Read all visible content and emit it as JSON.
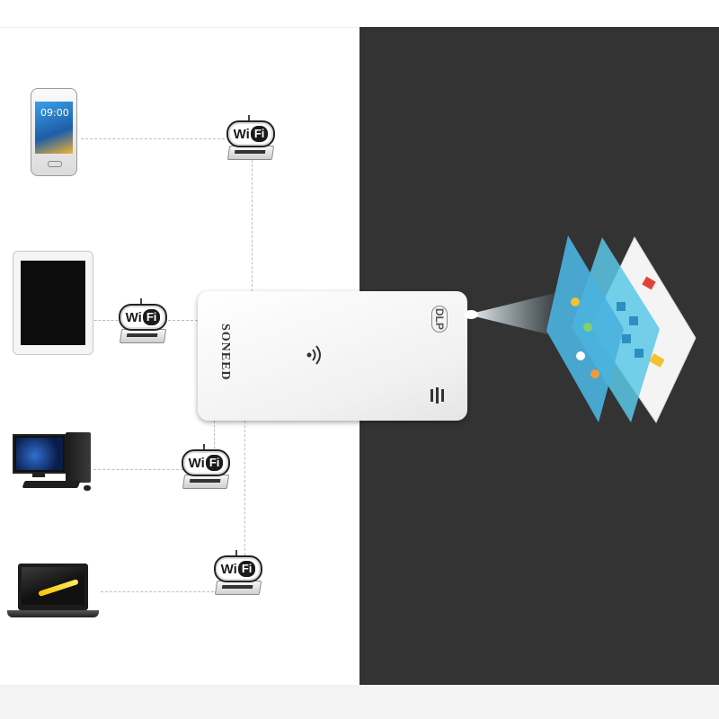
{
  "brand": {
    "name": "SONEED",
    "dlp_label": "DLP"
  },
  "wifi": {
    "w_label": "Wi",
    "fi_label": "Fi"
  },
  "devices": {
    "phone_time": "09:00"
  },
  "colors": {
    "dark_panel": "#333333",
    "projector_body": "#f4f4f4",
    "beam": "#d9f3ff",
    "screen_accent": "#2fa6d8"
  },
  "icons": {
    "wifi": "wifi-router-icon",
    "projector_signal": "wireless-signal-icon"
  }
}
